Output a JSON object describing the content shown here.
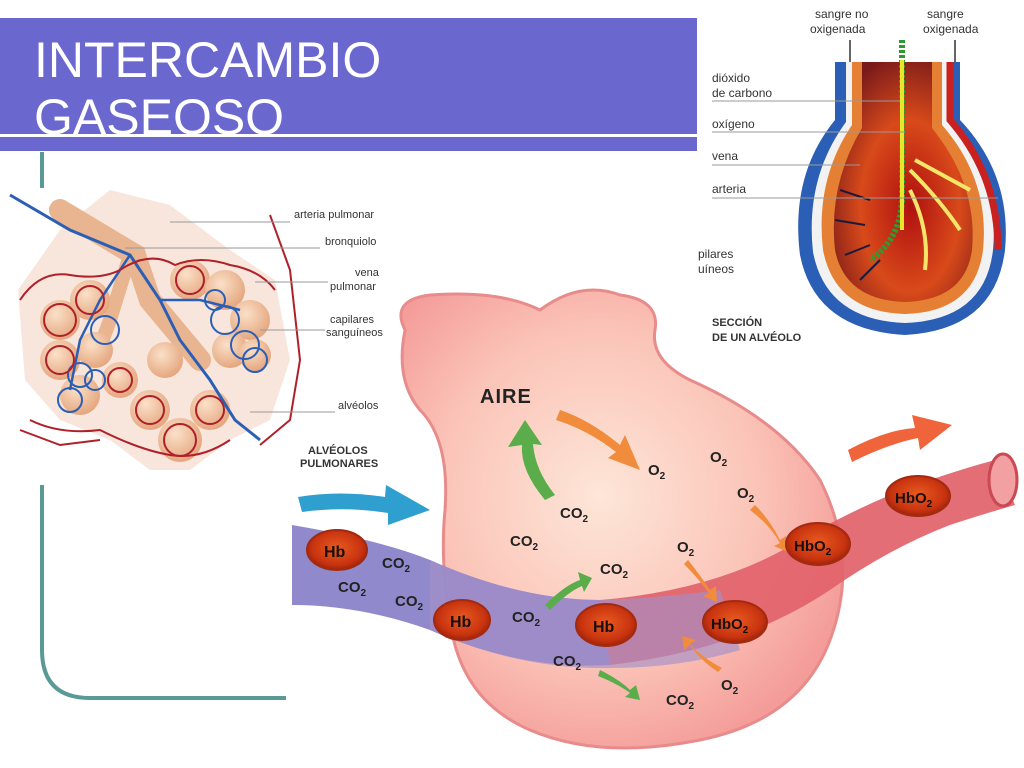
{
  "slide": {
    "title_line1": "INTERCAMBIO",
    "title_line2": "GASEOSO",
    "colors": {
      "title_bar": "#6a67cf",
      "frame": "#5a9a96",
      "vein": "#8a83c9",
      "artery": "#e2626a",
      "alveolus": "#f5a8a5"
    }
  },
  "left_diagram": {
    "labels": [
      "arteria pulmonar",
      "bronquiolo",
      "vena",
      "pulmonar",
      "capilares",
      "sanguíneos",
      "alvéolos"
    ],
    "caption": [
      "ALVÉOLOS",
      "PULMONARES"
    ]
  },
  "right_diagram": {
    "top_labels": [
      "sangre no",
      "oxigenada",
      "sangre",
      "oxigenada"
    ],
    "side_labels": [
      "dióxido",
      "de carbono",
      "oxígeno",
      "vena",
      "arteria",
      "pilares",
      "uíneos"
    ],
    "caption": [
      "SECCIÓN",
      "DE UN ALVÉOLO"
    ]
  },
  "main_diagram": {
    "air": "AIRE",
    "hb": "Hb",
    "hbo2": "HbO",
    "co2": "CO",
    "o2": "O",
    "sub2": "2"
  }
}
